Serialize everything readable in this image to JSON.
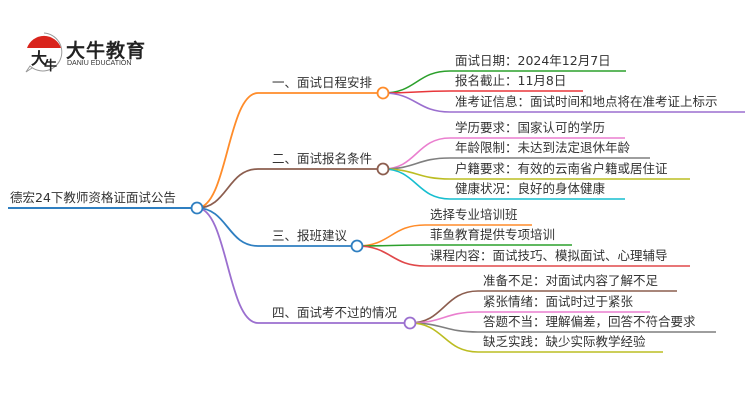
{
  "logo": {
    "name_cn": "大牛教育",
    "name_en": "DANIU EDUCATION",
    "mark_text": "大牛"
  },
  "root": {
    "label": "德宏24下教师资格证面试公告",
    "color": "#2f7fc1"
  },
  "branches": [
    {
      "label": "一、面试日程安排",
      "color": "#ff8c2a",
      "children": [
        {
          "label": "面试日期：2024年12月7日",
          "color": "#2ca02c"
        },
        {
          "label": "报名截止：11月8日",
          "color": "#e8373a"
        },
        {
          "label": "准考证信息：面试时间和地点将在准考证上标示",
          "color": "#9b6fcf"
        }
      ]
    },
    {
      "label": "二、面试报名条件",
      "color": "#8c5e4f",
      "children": [
        {
          "label": "学历要求：国家认可的学历",
          "color": "#ea7fcf"
        },
        {
          "label": "年龄限制：未达到法定退休年龄",
          "color": "#7f7f7f"
        },
        {
          "label": "户籍要求：有效的云南省户籍或居住证",
          "color": "#bcbd22"
        },
        {
          "label": "健康状况：良好的身体健康",
          "color": "#17becf"
        }
      ]
    },
    {
      "label": "三、报班建议",
      "color": "#2f7fc1",
      "children": [
        {
          "label": "选择专业培训班",
          "color": "#ff8c2a"
        },
        {
          "label": "菲鱼教育提供专项培训",
          "color": "#2ca02c"
        },
        {
          "label": "课程内容：面试技巧、模拟面试、心理辅导",
          "color": "#e0484a"
        }
      ]
    },
    {
      "label": "四、面试考不过的情况",
      "color": "#9b6fcf",
      "children": [
        {
          "label": "准备不足：对面试内容了解不足",
          "color": "#8c5e4f"
        },
        {
          "label": "紧张情绪：面试时过于紧张",
          "color": "#ea7fcf"
        },
        {
          "label": "答题不当：理解偏差，回答不符合要求",
          "color": "#7f7f7f"
        },
        {
          "label": "缺乏实践：缺少实际教学经验",
          "color": "#bcbd22"
        }
      ]
    }
  ]
}
